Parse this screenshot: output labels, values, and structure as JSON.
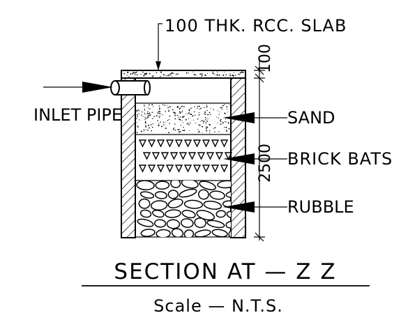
{
  "labels": {
    "slab": "100 THK. RCC. SLAB",
    "inlet": "INLET PIPE",
    "sand": "SAND",
    "brick": "BRICK BATS",
    "rubble": "RUBBLE",
    "dim_top": "100",
    "dim_total": "2500"
  },
  "title": "SECTION AT — Z Z",
  "scale": "Scale — N.T.S.",
  "colors": {
    "ink": "#000000",
    "paper": "#ffffff"
  }
}
